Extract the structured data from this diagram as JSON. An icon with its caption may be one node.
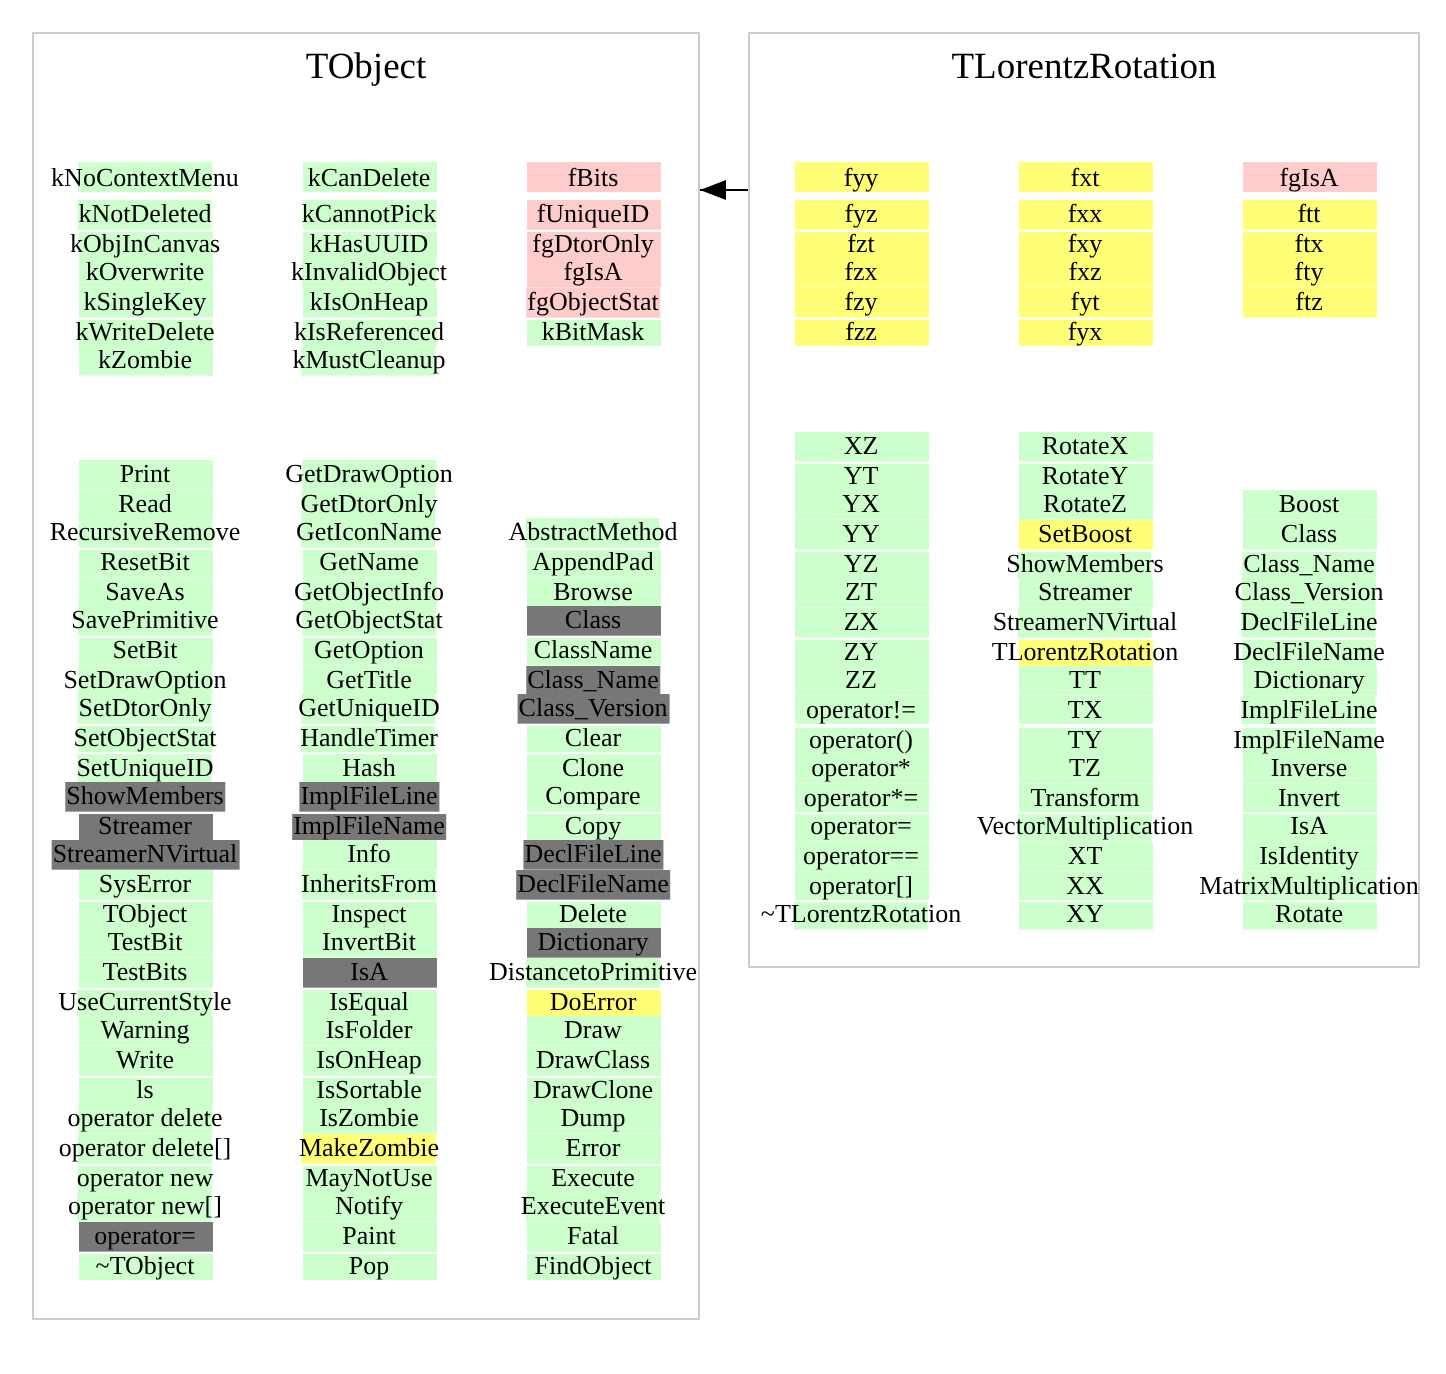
{
  "diagram": {
    "nodes": [
      {
        "text": [
          "TObject"
        ]
      },
      {
        "text": [
          "kNoContextMenu"
        ],
        "in": 0
      },
      {
        "text": [
          "kNotDeleted"
        ],
        "in": 0
      },
      {
        "text": [
          "kObjInCanvas"
        ],
        "in": 0
      },
      {
        "text": [
          "kOverwrite"
        ],
        "in": 0
      },
      {
        "text": [
          "kSingleKey"
        ],
        "in": 0
      },
      {
        "text": [
          "kWriteDelete"
        ],
        "in": 0
      },
      {
        "text": [
          "kZombie"
        ],
        "in": 0
      },
      {
        "text": [
          "kCanDelete"
        ],
        "in": 0
      },
      {
        "text": [
          "kCannotPick"
        ],
        "in": 0
      },
      {
        "text": [
          "kHasUUID"
        ],
        "in": 0
      },
      {
        "text": [
          "kInvalidObject"
        ],
        "in": 0
      },
      {
        "text": [
          "kIsOnHeap"
        ],
        "in": 0
      },
      {
        "text": [
          "kIsReferenced"
        ],
        "in": 0
      },
      {
        "text": [
          "kMustCleanup"
        ],
        "in": 0
      },
      {
        "text": [
          "fBits"
        ],
        "in": 0
      },
      {
        "text": [
          "fUniqueID"
        ],
        "in": 0
      },
      {
        "text": [
          "fgDtorOnly"
        ],
        "in": 0
      },
      {
        "text": [
          "fgIsA"
        ],
        "in": 0
      },
      {
        "text": [
          "fgObjectStat"
        ],
        "in": 0
      },
      {
        "text": [
          "kBitMask"
        ],
        "in": 0
      },
      {
        "text": [
          "Print"
        ],
        "in": 0
      },
      {
        "text": [
          "Read"
        ],
        "in": 0
      },
      {
        "text": [
          "RecursiveRemove"
        ],
        "in": 0
      },
      {
        "text": [
          "ResetBit"
        ],
        "in": 0
      },
      {
        "text": [
          "SaveAs"
        ],
        "in": 0
      },
      {
        "text": [
          "SavePrimitive"
        ],
        "in": 0
      },
      {
        "text": [
          "SetBit"
        ],
        "in": 0
      },
      {
        "text": [
          "SetDrawOption"
        ],
        "in": 0
      },
      {
        "text": [
          "SetDtorOnly"
        ],
        "in": 0
      },
      {
        "text": [
          "SetObjectStat"
        ],
        "in": 0
      },
      {
        "text": [
          "SetUniqueID"
        ],
        "in": 0
      },
      {
        "text": [
          "ShowMembers"
        ],
        "in": 0
      },
      {
        "text": [
          "Streamer"
        ],
        "in": 0
      },
      {
        "text": [
          "StreamerNVirtual"
        ],
        "in": 0
      },
      {
        "text": [
          "SysError"
        ],
        "in": 0
      },
      {
        "text": [
          "TObject"
        ],
        "in": 0
      },
      {
        "text": [
          "TestBit"
        ],
        "in": 0
      },
      {
        "text": [
          "TestBits"
        ],
        "in": 0
      },
      {
        "text": [
          "UseCurrentStyle"
        ],
        "in": 0
      },
      {
        "text": [
          "Warning"
        ],
        "in": 0
      },
      {
        "text": [
          "Write"
        ],
        "in": 0
      },
      {
        "text": [
          "ls"
        ],
        "in": 0
      },
      {
        "text": [
          "operator delete"
        ],
        "in": 0
      },
      {
        "text": [
          "operator delete[]"
        ],
        "in": 0
      },
      {
        "text": [
          "operator new"
        ],
        "in": 0
      },
      {
        "text": [
          "operator new[]"
        ],
        "in": 0
      },
      {
        "text": [
          "operator="
        ],
        "in": 0
      },
      {
        "text": [
          "~TObject"
        ],
        "in": 0
      },
      {
        "text": [
          "GetDrawOption"
        ],
        "in": 0
      },
      {
        "text": [
          "GetDtorOnly"
        ],
        "in": 0
      },
      {
        "text": [
          "GetIconName"
        ],
        "in": 0
      },
      {
        "text": [
          "GetName"
        ],
        "in": 0
      },
      {
        "text": [
          "GetObjectInfo"
        ],
        "in": 0
      },
      {
        "text": [
          "GetObjectStat"
        ],
        "in": 0
      },
      {
        "text": [
          "GetOption"
        ],
        "in": 0
      },
      {
        "text": [
          "GetTitle"
        ],
        "in": 0
      },
      {
        "text": [
          "GetUniqueID"
        ],
        "in": 0
      },
      {
        "text": [
          "HandleTimer"
        ],
        "in": 0
      },
      {
        "text": [
          "Hash"
        ],
        "in": 0
      },
      {
        "text": [
          "ImplFileLine"
        ],
        "in": 0
      },
      {
        "text": [
          "ImplFileName"
        ],
        "in": 0
      },
      {
        "text": [
          "Info"
        ],
        "in": 0
      },
      {
        "text": [
          "InheritsFrom"
        ],
        "in": 0
      },
      {
        "text": [
          "Inspect"
        ],
        "in": 0
      },
      {
        "text": [
          "InvertBit"
        ],
        "in": 0
      },
      {
        "text": [
          "IsA"
        ],
        "in": 0
      },
      {
        "text": [
          "IsEqual"
        ],
        "in": 0
      },
      {
        "text": [
          "IsFolder"
        ],
        "in": 0
      },
      {
        "text": [
          "IsOnHeap"
        ],
        "in": 0
      },
      {
        "text": [
          "IsSortable"
        ],
        "in": 0
      },
      {
        "text": [
          "IsZombie"
        ],
        "in": 0
      },
      {
        "text": [
          "MakeZombie"
        ],
        "in": 0
      },
      {
        "text": [
          "MayNotUse"
        ],
        "in": 0
      },
      {
        "text": [
          "Notify"
        ],
        "in": 0
      },
      {
        "text": [
          "Paint"
        ],
        "in": 0
      },
      {
        "text": [
          "Pop"
        ],
        "in": 0
      },
      {
        "text": [
          "AbstractMethod"
        ],
        "in": 0
      },
      {
        "text": [
          "AppendPad"
        ],
        "in": 0
      },
      {
        "text": [
          "Browse"
        ],
        "in": 0
      },
      {
        "text": [
          "Class"
        ],
        "in": 0
      },
      {
        "text": [
          "ClassName"
        ],
        "in": 0
      },
      {
        "text": [
          "Class_Name"
        ],
        "in": 0
      },
      {
        "text": [
          "Class_Version"
        ],
        "in": 0
      },
      {
        "text": [
          "Clear"
        ],
        "in": 0
      },
      {
        "text": [
          "Clone"
        ],
        "in": 0
      },
      {
        "text": [
          "Compare"
        ],
        "in": 0
      },
      {
        "text": [
          "Copy"
        ],
        "in": 0
      },
      {
        "text": [
          "DeclFileLine"
        ],
        "in": 0
      },
      {
        "text": [
          "DeclFileName"
        ],
        "in": 0
      },
      {
        "text": [
          "Delete"
        ],
        "in": 0
      },
      {
        "text": [
          "Dictionary"
        ],
        "in": 0
      },
      {
        "text": [
          "DistancetoPrimitive"
        ],
        "in": 0
      },
      {
        "text": [
          "DoError"
        ],
        "in": 0
      },
      {
        "text": [
          "Draw"
        ],
        "in": 0
      },
      {
        "text": [
          "DrawClass"
        ],
        "in": 0
      },
      {
        "text": [
          "DrawClone"
        ],
        "in": 0
      },
      {
        "text": [
          "Dump"
        ],
        "in": 0
      },
      {
        "text": [
          "Error"
        ],
        "in": 0
      },
      {
        "text": [
          "Execute"
        ],
        "in": 0
      },
      {
        "text": [
          "ExecuteEvent"
        ],
        "in": 0
      },
      {
        "text": [
          "Fatal"
        ],
        "in": 0
      },
      {
        "text": [
          "FindObject"
        ],
        "in": 0
      },
      {
        "text": [
          "TLorentzRotation"
        ]
      },
      {
        "text": [
          "fyy"
        ],
        "in": 103
      },
      {
        "text": [
          "fyz"
        ],
        "in": 103
      },
      {
        "text": [
          "fzt"
        ],
        "in": 103
      },
      {
        "text": [
          "fzx"
        ],
        "in": 103
      },
      {
        "text": [
          "fzy"
        ],
        "in": 103
      },
      {
        "text": [
          "fzz"
        ],
        "in": 103
      },
      {
        "text": [
          "fxt"
        ],
        "in": 103
      },
      {
        "text": [
          "fxx"
        ],
        "in": 103
      },
      {
        "text": [
          "fxy"
        ],
        "in": 103
      },
      {
        "text": [
          "fxz"
        ],
        "in": 103
      },
      {
        "text": [
          "fyt"
        ],
        "in": 103
      },
      {
        "text": [
          "fyx"
        ],
        "in": 103
      },
      {
        "text": [
          "fgIsA"
        ],
        "in": 103
      },
      {
        "text": [
          "ftt"
        ],
        "in": 103
      },
      {
        "text": [
          "ftx"
        ],
        "in": 103
      },
      {
        "text": [
          "fty"
        ],
        "in": 103
      },
      {
        "text": [
          "ftz"
        ],
        "in": 103
      },
      {
        "text": [
          "XZ"
        ],
        "in": 103
      },
      {
        "text": [
          "YT"
        ],
        "in": 103
      },
      {
        "text": [
          "YX"
        ],
        "in": 103
      },
      {
        "text": [
          "YY"
        ],
        "in": 103
      },
      {
        "text": [
          "YZ"
        ],
        "in": 103
      },
      {
        "text": [
          "ZT"
        ],
        "in": 103
      },
      {
        "text": [
          "ZX"
        ],
        "in": 103
      },
      {
        "text": [
          "ZY"
        ],
        "in": 103
      },
      {
        "text": [
          "ZZ"
        ],
        "in": 103
      },
      {
        "text": [
          "operator!="
        ],
        "in": 103
      },
      {
        "text": [
          "operator()"
        ],
        "in": 103
      },
      {
        "text": [
          "operator*"
        ],
        "in": 103
      },
      {
        "text": [
          "operator*="
        ],
        "in": 103
      },
      {
        "text": [
          "operator="
        ],
        "in": 103
      },
      {
        "text": [
          "operator=="
        ],
        "in": 103
      },
      {
        "text": [
          "operator[]"
        ],
        "in": 103
      },
      {
        "text": [
          "~TLorentzRotation"
        ],
        "in": 103
      },
      {
        "text": [
          "RotateX"
        ],
        "in": 103
      },
      {
        "text": [
          "RotateY"
        ],
        "in": 103
      },
      {
        "text": [
          "RotateZ"
        ],
        "in": 103
      },
      {
        "text": [
          "SetBoost"
        ],
        "in": 103
      },
      {
        "text": [
          "ShowMembers"
        ],
        "in": 103
      },
      {
        "text": [
          "Streamer"
        ],
        "in": 103
      },
      {
        "text": [
          "StreamerNVirtual"
        ],
        "in": 103
      },
      {
        "text": [
          "TLorentzRotation"
        ],
        "in": 103
      },
      {
        "text": [
          "TT"
        ],
        "in": 103
      },
      {
        "text": [
          "TX"
        ],
        "in": 103
      },
      {
        "text": [
          "TY"
        ],
        "in": 103
      },
      {
        "text": [
          "TZ"
        ],
        "in": 103
      },
      {
        "text": [
          "Transform"
        ],
        "in": 103
      },
      {
        "text": [
          "VectorMultiplication"
        ],
        "in": 103
      },
      {
        "text": [
          "XT"
        ],
        "in": 103
      },
      {
        "text": [
          "XX"
        ],
        "in": 103
      },
      {
        "text": [
          "XY"
        ],
        "in": 103
      },
      {
        "text": [
          "Boost"
        ],
        "in": 103
      },
      {
        "text": [
          "Class"
        ],
        "in": 103
      },
      {
        "text": [
          "Class_Name"
        ],
        "in": 103
      },
      {
        "text": [
          "Class_Version"
        ],
        "in": 103
      },
      {
        "text": [
          "DeclFileLine"
        ],
        "in": 103
      },
      {
        "text": [
          "DeclFileName"
        ],
        "in": 103
      },
      {
        "text": [
          "Dictionary"
        ],
        "in": 103
      },
      {
        "text": [
          "ImplFileLine"
        ],
        "in": 103
      },
      {
        "text": [
          "ImplFileName"
        ],
        "in": 103
      },
      {
        "text": [
          "Inverse"
        ],
        "in": 103
      },
      {
        "text": [
          "Invert"
        ],
        "in": 103
      },
      {
        "text": [
          "IsA"
        ],
        "in": 103
      },
      {
        "text": [
          "IsIdentity"
        ],
        "in": 103
      },
      {
        "text": [
          "MatrixMultiplication"
        ],
        "in": 103
      },
      {
        "text": [
          "Rotate"
        ],
        "in": 103
      }
    ],
    "edges": [
      {
        "from": 103,
        "to": 0,
        "arrow": "to"
      }
    ]
  }
}
